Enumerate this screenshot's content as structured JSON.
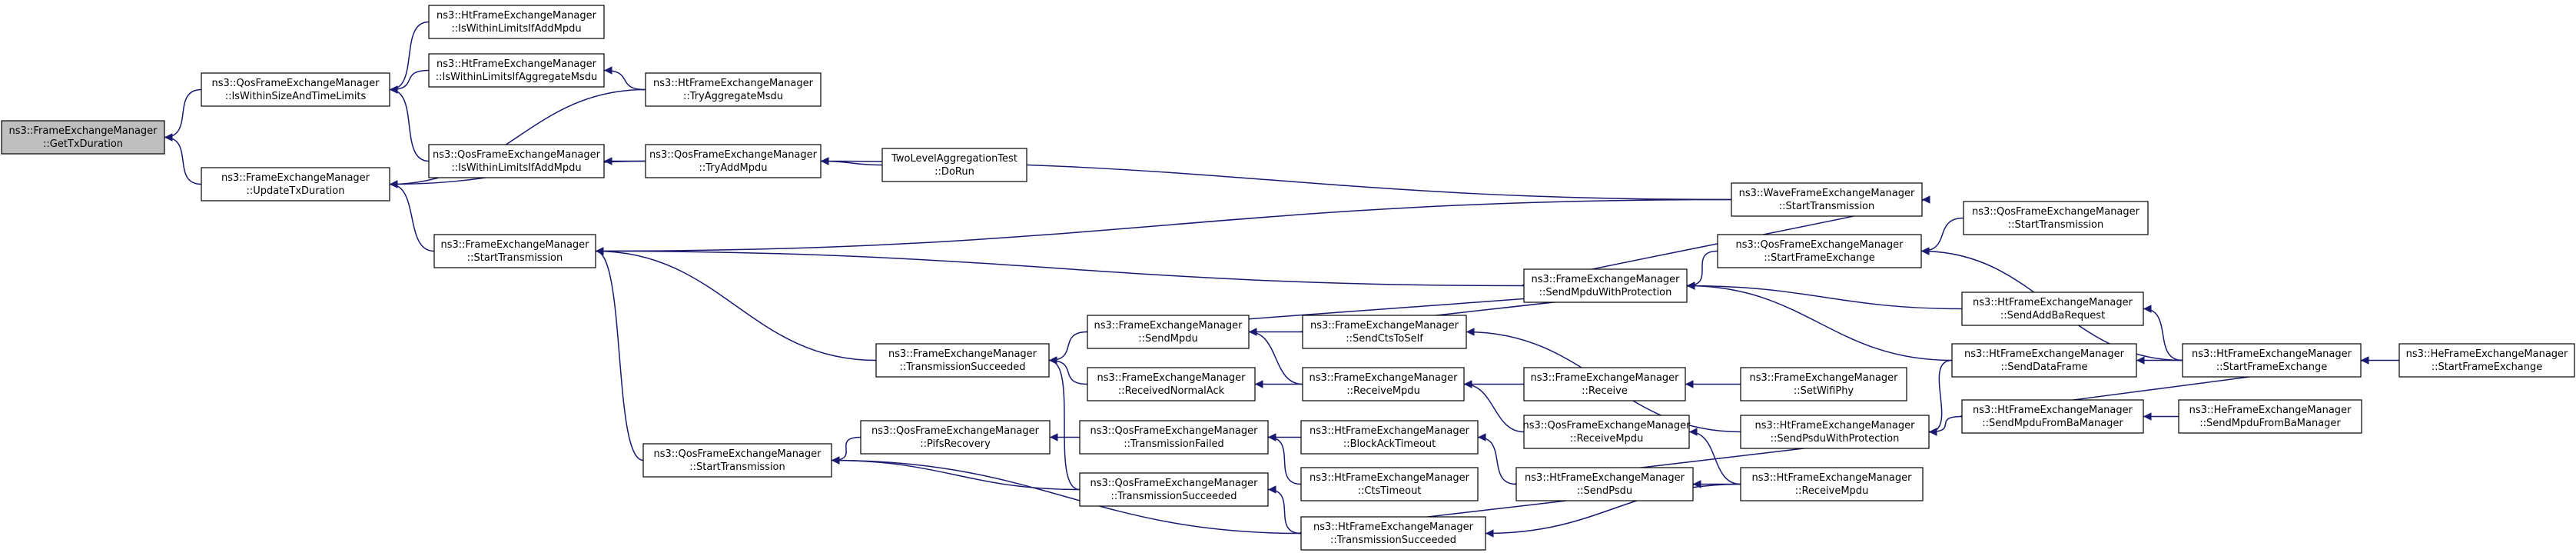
{
  "diagram": {
    "type": "call-graph",
    "colors": {
      "edge": "#191970",
      "node_border": "#000000",
      "node_fill": "#ffffff",
      "root_fill": "#bfbfbf"
    },
    "nodes": [
      {
        "id": "n0",
        "lines": [
          "ns3::FrameExchangeManager",
          "::GetTxDuration"
        ],
        "root": true
      },
      {
        "id": "n1",
        "lines": [
          "ns3::QosFrameExchangeManager",
          "::IsWithinSizeAndTimeLimits"
        ]
      },
      {
        "id": "n2",
        "lines": [
          "ns3::FrameExchangeManager",
          "::UpdateTxDuration"
        ]
      },
      {
        "id": "n3",
        "lines": [
          "ns3::HtFrameExchangeManager",
          "::IsWithinLimitsIfAddMpdu"
        ]
      },
      {
        "id": "n4",
        "lines": [
          "ns3::HtFrameExchangeManager",
          "::IsWithinLimitsIfAggregateMsdu"
        ]
      },
      {
        "id": "n5",
        "lines": [
          "ns3::QosFrameExchangeManager",
          "::IsWithinLimitsIfAddMpdu"
        ]
      },
      {
        "id": "n6",
        "lines": [
          "ns3::HtFrameExchangeManager",
          "::TryAggregateMsdu"
        ]
      },
      {
        "id": "n7",
        "lines": [
          "ns3::QosFrameExchangeManager",
          "::TryAddMpdu"
        ]
      },
      {
        "id": "n8",
        "lines": [
          "TwoLevelAggregationTest",
          "::DoRun"
        ]
      },
      {
        "id": "n9",
        "lines": [
          "ns3::FrameExchangeManager",
          "::StartTransmission"
        ]
      },
      {
        "id": "n10",
        "lines": [
          "ns3::WaveFrameExchangeManager",
          "::StartTransmission"
        ]
      },
      {
        "id": "n11",
        "lines": [
          "ns3::FrameExchangeManager",
          "::SendMpduWithProtection"
        ]
      },
      {
        "id": "n12",
        "lines": [
          "ns3::QosFrameExchangeManager",
          "::StartFrameExchange"
        ]
      },
      {
        "id": "n13",
        "lines": [
          "ns3::QosFrameExchangeManager",
          "::StartTransmission"
        ]
      },
      {
        "id": "n14",
        "lines": [
          "ns3::HtFrameExchangeManager",
          "::SendAddBaRequest"
        ]
      },
      {
        "id": "n15",
        "lines": [
          "ns3::HtFrameExchangeManager",
          "::SendDataFrame"
        ]
      },
      {
        "id": "n16",
        "lines": [
          "ns3::HtFrameExchangeManager",
          "::StartFrameExchange"
        ]
      },
      {
        "id": "n17",
        "lines": [
          "ns3::HeFrameExchangeManager",
          "::StartFrameExchange"
        ]
      },
      {
        "id": "n18",
        "lines": [
          "ns3::FrameExchangeManager",
          "::TransmissionSucceeded"
        ]
      },
      {
        "id": "n19",
        "lines": [
          "ns3::FrameExchangeManager",
          "::SendMpdu"
        ]
      },
      {
        "id": "n20",
        "lines": [
          "ns3::FrameExchangeManager",
          "::SendCtsToSelf"
        ]
      },
      {
        "id": "n21",
        "lines": [
          "ns3::FrameExchangeManager",
          "::ReceivedNormalAck"
        ]
      },
      {
        "id": "n22",
        "lines": [
          "ns3::FrameExchangeManager",
          "::ReceiveMpdu"
        ]
      },
      {
        "id": "n23",
        "lines": [
          "ns3::FrameExchangeManager",
          "::Receive"
        ]
      },
      {
        "id": "n24",
        "lines": [
          "ns3::FrameExchangeManager",
          "::SetWifiPhy"
        ]
      },
      {
        "id": "n25",
        "lines": [
          "ns3::QosFrameExchangeManager",
          "::ReceiveMpdu"
        ]
      },
      {
        "id": "n26",
        "lines": [
          "ns3::HtFrameExchangeManager",
          "::SendPsduWithProtection"
        ]
      },
      {
        "id": "n27",
        "lines": [
          "ns3::HtFrameExchangeManager",
          "::SendMpduFromBaManager"
        ]
      },
      {
        "id": "n28",
        "lines": [
          "ns3::HeFrameExchangeManager",
          "::SendMpduFromBaManager"
        ]
      },
      {
        "id": "n29",
        "lines": [
          "ns3::QosFrameExchangeManager",
          "::StartTransmission"
        ]
      },
      {
        "id": "n30",
        "lines": [
          "ns3::QosFrameExchangeManager",
          "::PifsRecovery"
        ]
      },
      {
        "id": "n31",
        "lines": [
          "ns3::QosFrameExchangeManager",
          "::TransmissionFailed"
        ]
      },
      {
        "id": "n32",
        "lines": [
          "ns3::HtFrameExchangeManager",
          "::BlockAckTimeout"
        ]
      },
      {
        "id": "n33",
        "lines": [
          "ns3::HtFrameExchangeManager",
          "::CtsTimeout"
        ]
      },
      {
        "id": "n34",
        "lines": [
          "ns3::QosFrameExchangeManager",
          "::TransmissionSucceeded"
        ]
      },
      {
        "id": "n35",
        "lines": [
          "ns3::HtFrameExchangeManager",
          "::SendPsdu"
        ]
      },
      {
        "id": "n36",
        "lines": [
          "ns3::HtFrameExchangeManager",
          "::ReceiveMpdu"
        ]
      },
      {
        "id": "n37",
        "lines": [
          "ns3::HtFrameExchangeManager",
          "::TransmissionSucceeded"
        ]
      }
    ],
    "edges": [
      [
        "n1",
        "n0"
      ],
      [
        "n2",
        "n0"
      ],
      [
        "n3",
        "n1"
      ],
      [
        "n4",
        "n1"
      ],
      [
        "n5",
        "n1"
      ],
      [
        "n6",
        "n4"
      ],
      [
        "n7",
        "n5"
      ],
      [
        "n6",
        "n2"
      ],
      [
        "n7",
        "n2"
      ],
      [
        "n9",
        "n2"
      ],
      [
        "n8",
        "n7"
      ],
      [
        "n10",
        "n7"
      ],
      [
        "n10",
        "n9"
      ],
      [
        "n11",
        "n9"
      ],
      [
        "n18",
        "n9"
      ],
      [
        "n29",
        "n9"
      ],
      [
        "n11",
        "n10"
      ],
      [
        "n12",
        "n11"
      ],
      [
        "n14",
        "n11"
      ],
      [
        "n15",
        "n11"
      ],
      [
        "n19",
        "n11"
      ],
      [
        "n20",
        "n11"
      ],
      [
        "n13",
        "n12"
      ],
      [
        "n16",
        "n12"
      ],
      [
        "n16",
        "n14"
      ],
      [
        "n16",
        "n15"
      ],
      [
        "n17",
        "n16"
      ],
      [
        "n27",
        "n16"
      ],
      [
        "n19",
        "n18"
      ],
      [
        "n21",
        "n18"
      ],
      [
        "n34",
        "n18"
      ],
      [
        "n22",
        "n19"
      ],
      [
        "n20",
        "n19"
      ],
      [
        "n26",
        "n20"
      ],
      [
        "n22",
        "n21"
      ],
      [
        "n23",
        "n22"
      ],
      [
        "n25",
        "n22"
      ],
      [
        "n24",
        "n23"
      ],
      [
        "n36",
        "n25"
      ],
      [
        "n15",
        "n26"
      ],
      [
        "n27",
        "n26"
      ],
      [
        "n35",
        "n26"
      ],
      [
        "n28",
        "n27"
      ],
      [
        "n30",
        "n29"
      ],
      [
        "n34",
        "n29"
      ],
      [
        "n37",
        "n29"
      ],
      [
        "n31",
        "n30"
      ],
      [
        "n32",
        "n31"
      ],
      [
        "n33",
        "n31"
      ],
      [
        "n35",
        "n32"
      ],
      [
        "n37",
        "n34"
      ],
      [
        "n36",
        "n35"
      ],
      [
        "n37",
        "n35"
      ],
      [
        "n36",
        "n37"
      ]
    ]
  }
}
